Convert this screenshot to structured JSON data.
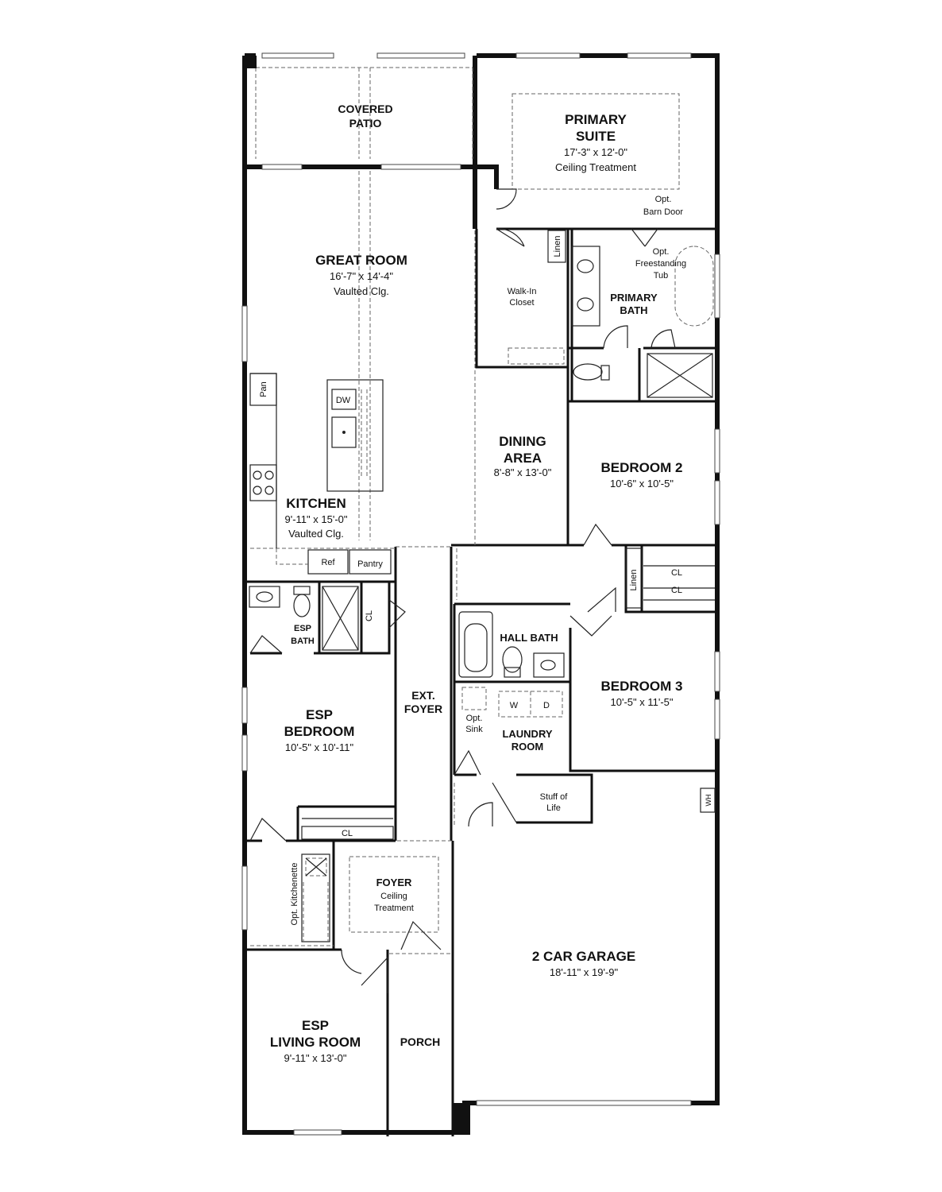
{
  "rooms": {
    "covered_patio": {
      "name": [
        "COVERED",
        "PATIO"
      ]
    },
    "primary_suite": {
      "name": [
        "PRIMARY",
        "SUITE"
      ],
      "dims": "17'-3\" x 12'-0\"",
      "note": "Ceiling Treatment"
    },
    "opt_barn_door": [
      "Opt.",
      "Barn Door"
    ],
    "great_room": {
      "name": "GREAT ROOM",
      "dims": "16'-7\" x 14'-4\"",
      "note": "Vaulted Clg."
    },
    "walk_in_closet": [
      "Walk-In",
      "Closet"
    ],
    "linen_primary": "Linen",
    "opt_tub": [
      "Opt.",
      "Freestanding",
      "Tub"
    ],
    "primary_bath": [
      "PRIMARY",
      "BATH"
    ],
    "dining_area": {
      "name": [
        "DINING",
        "AREA"
      ],
      "dims": "8'-8\" x 13'-0\""
    },
    "bedroom_2": {
      "name": "BEDROOM 2",
      "dims": "10'-6\" x 10'-5\""
    },
    "kitchen": {
      "name": "KITCHEN",
      "dims": "9'-11\" x 15'-0\"",
      "note": "Vaulted Clg."
    },
    "pan": "Pan",
    "dw": "DW",
    "ref": "Ref",
    "pantry": "Pantry",
    "linen_hall": "Linen",
    "cl_1": "CL",
    "cl_2": "CL",
    "esp_bath": [
      "ESP",
      "BATH"
    ],
    "cl_esp_bath": "CL",
    "hall_bath": "HALL BATH",
    "bedroom_3": {
      "name": "BEDROOM 3",
      "dims": "10'-5\" x 11'-5\""
    },
    "ext_foyer": [
      "EXT.",
      "FOYER"
    ],
    "esp_bedroom": {
      "name": [
        "ESP",
        "BEDROOM"
      ],
      "dims": "10'-5\" x 10'-11\""
    },
    "washer": "W",
    "dryer": "D",
    "opt_sink": [
      "Opt.",
      "Sink"
    ],
    "laundry_room": [
      "LAUNDRY",
      "ROOM"
    ],
    "stuff_of_life": [
      "Stuff of",
      "Life"
    ],
    "wh": "WH",
    "cl_esp_bedroom": "CL",
    "opt_kitchenette": "Opt. Kitchenette",
    "foyer": {
      "name": "FOYER",
      "note": [
        "Ceiling",
        "Treatment"
      ]
    },
    "garage": {
      "name": "2 CAR GARAGE",
      "dims": "18'-11\" x 19'-9\""
    },
    "esp_living_room": {
      "name": [
        "ESP",
        "LIVING ROOM"
      ],
      "dims": "9'-11\" x 13'-0\""
    },
    "porch": "PORCH"
  }
}
